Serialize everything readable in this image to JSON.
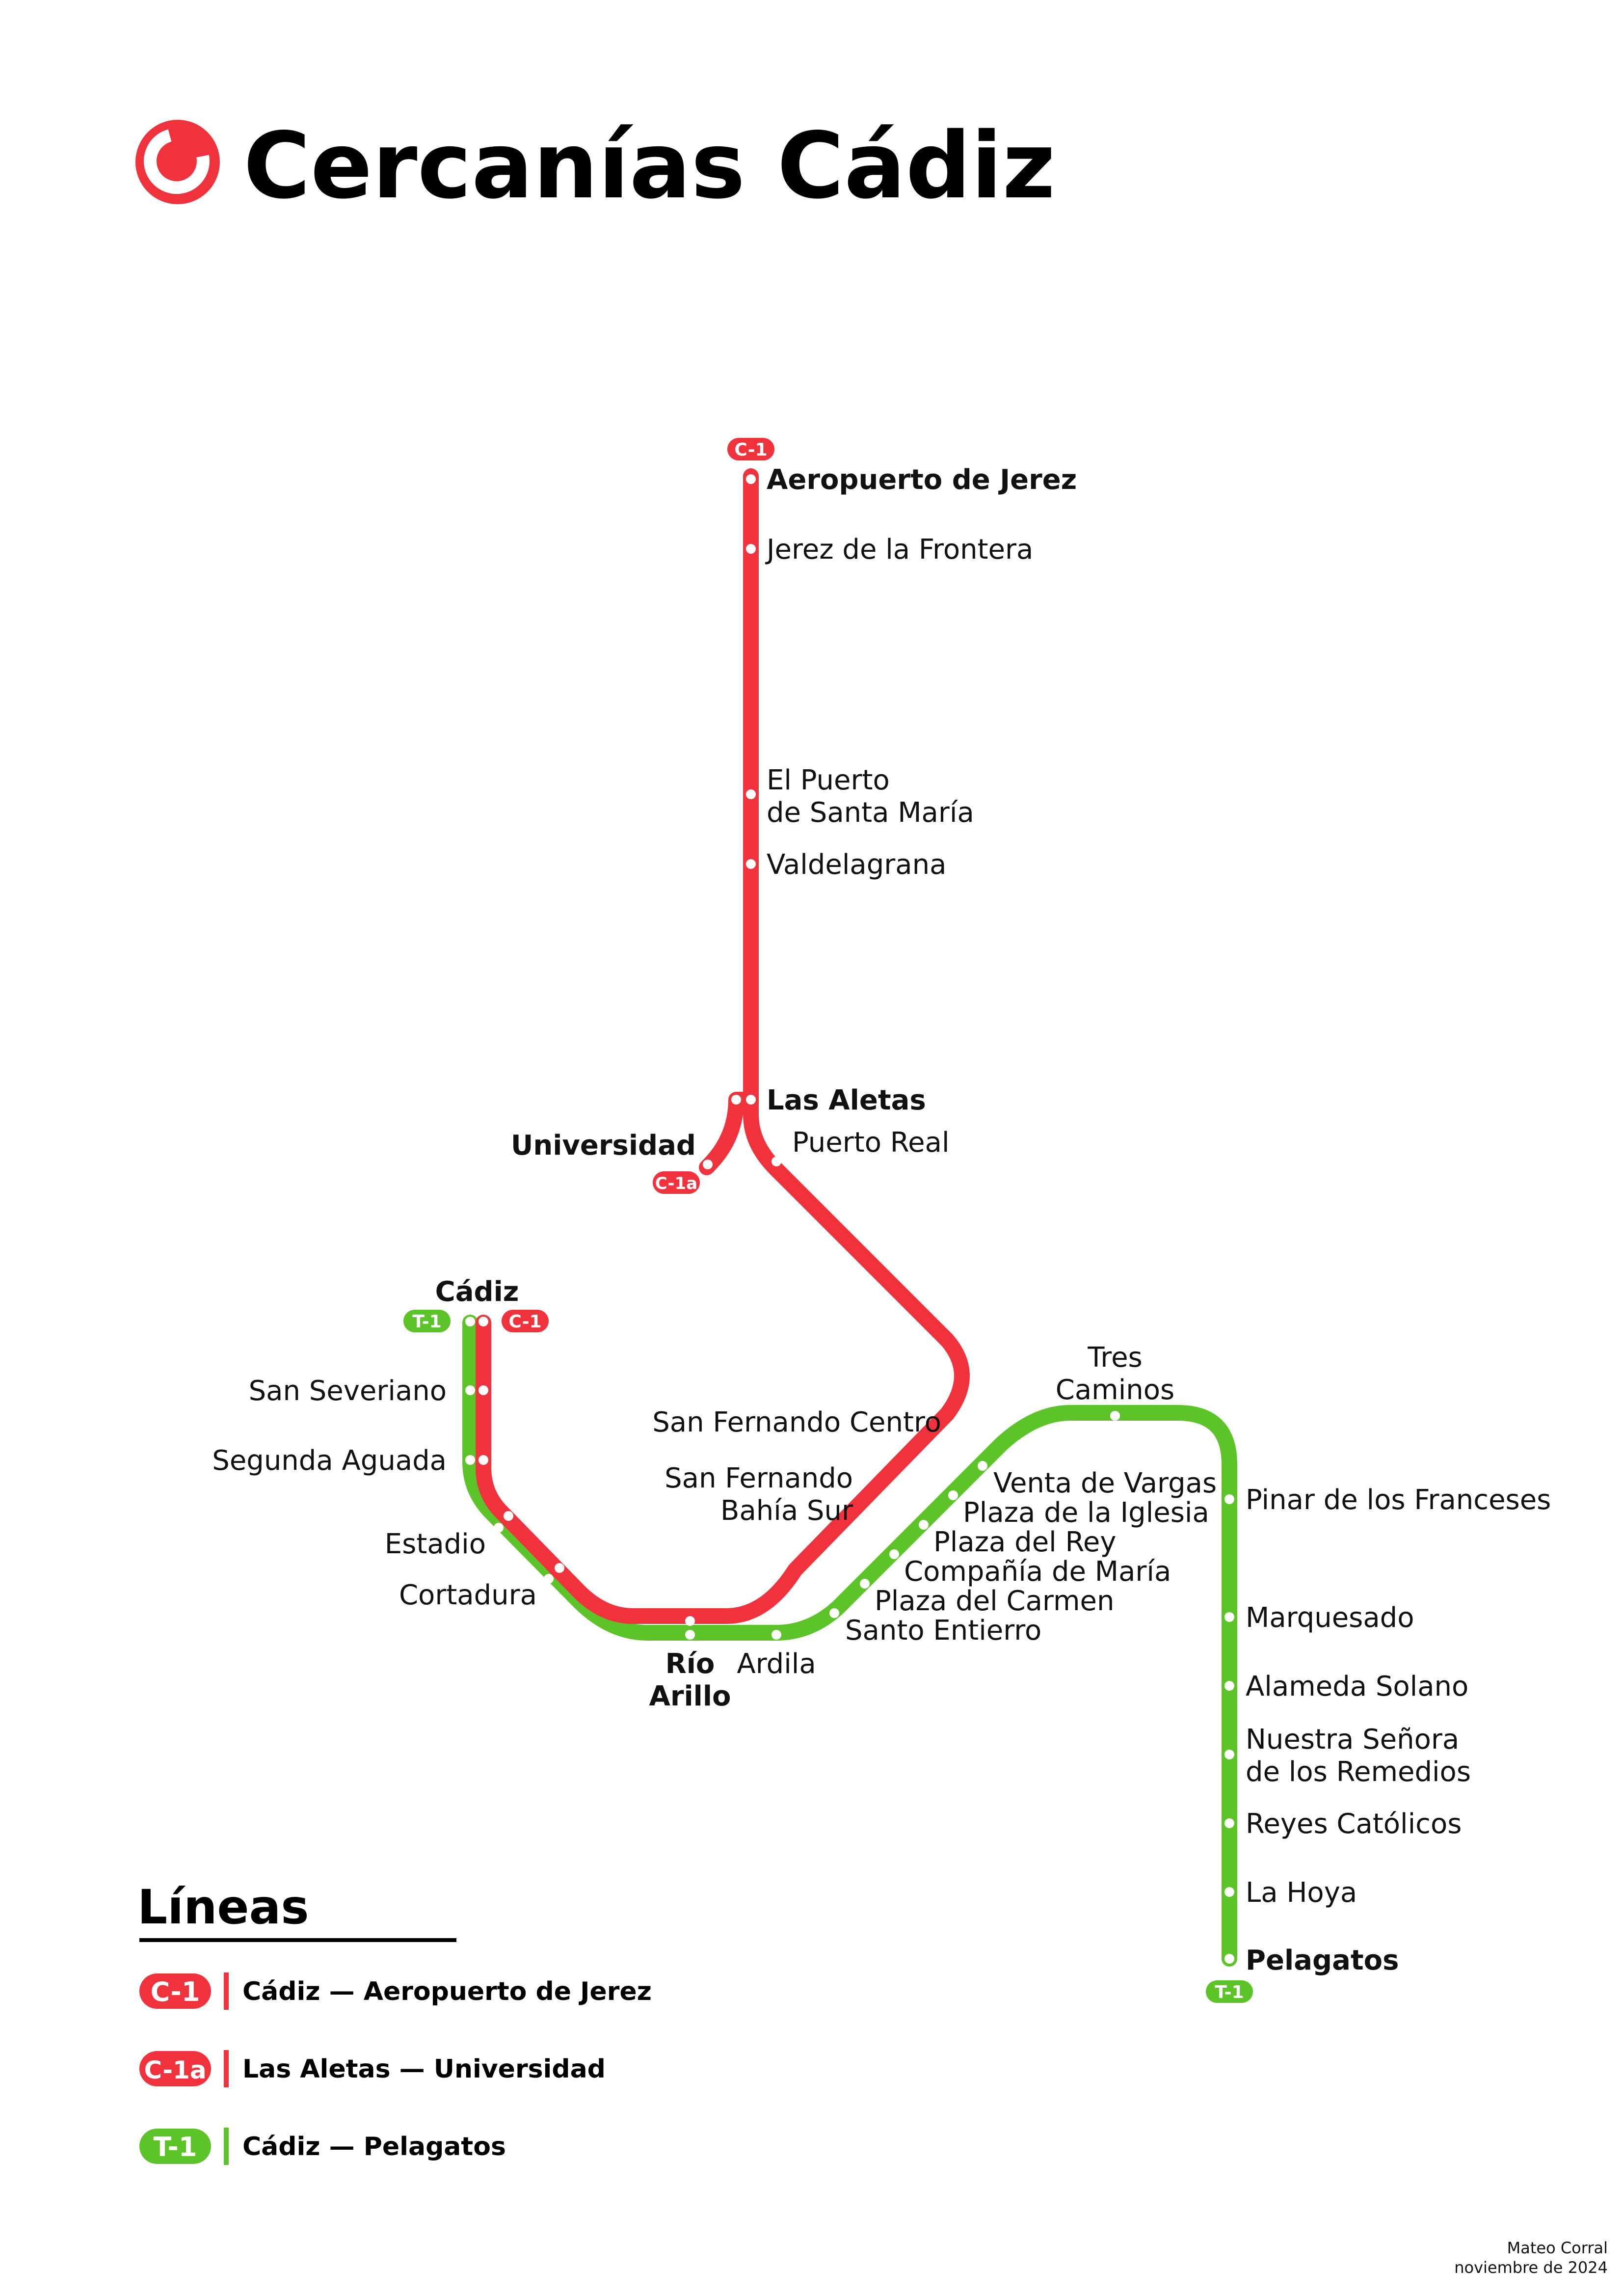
{
  "header": {
    "title": "Cercanías Cádiz",
    "logo_icon": "cercanias-logo-icon"
  },
  "colors": {
    "c1": "#F0323C",
    "t1": "#5CC428",
    "text": "#111111",
    "background": "#FFFFFF"
  },
  "lines": {
    "c1": {
      "badge": "C-1",
      "route": "Cádiz — Aeropuerto de Jerez"
    },
    "c1a": {
      "badge": "C-1a",
      "route": "Las Aletas — Universidad"
    },
    "t1": {
      "badge": "T-1",
      "route": "Cádiz — Pelagatos"
    }
  },
  "stations": {
    "aeropuerto": "Aeropuerto de Jerez",
    "jerez": "Jerez de la Frontera",
    "puerto_1": "El Puerto",
    "puerto_2": "de Santa María",
    "valdelagrana": "Valdelagrana",
    "aletas": "Las Aletas",
    "universidad": "Universidad",
    "puerto_real": "Puerto Real",
    "sf_centro": "San Fernando Centro",
    "sf_bahia_1": "San Fernando",
    "sf_bahia_2": "Bahía Sur",
    "cadiz": "Cádiz",
    "san_severiano": "San Severiano",
    "segunda_aguada": "Segunda Aguada",
    "estadio": "Estadio",
    "cortadura": "Cortadura",
    "rio_arillo_1": "Río",
    "rio_arillo_2": "Arillo",
    "ardila": "Ardila",
    "santo_entierro": "Santo Entierro",
    "plaza_carmen": "Plaza del Carmen",
    "compania_maria": "Compañía de María",
    "plaza_rey": "Plaza del Rey",
    "plaza_iglesia": "Plaza de la Iglesia",
    "venta_vargas": "Venta de Vargas",
    "tres_caminos_1": "Tres",
    "tres_caminos_2": "Caminos",
    "pinar_franceses": "Pinar de los Franceses",
    "marquesado": "Marquesado",
    "alameda_solano": "Alameda Solano",
    "remedios_1": "Nuestra Señora",
    "remedios_2": "de los Remedios",
    "reyes_catolicos": "Reyes Católicos",
    "la_hoya": "La Hoya",
    "pelagatos": "Pelagatos"
  },
  "legend": {
    "title": "Líneas"
  },
  "credit": {
    "author": "Mateo Corral",
    "date": "noviembre de 2024"
  }
}
